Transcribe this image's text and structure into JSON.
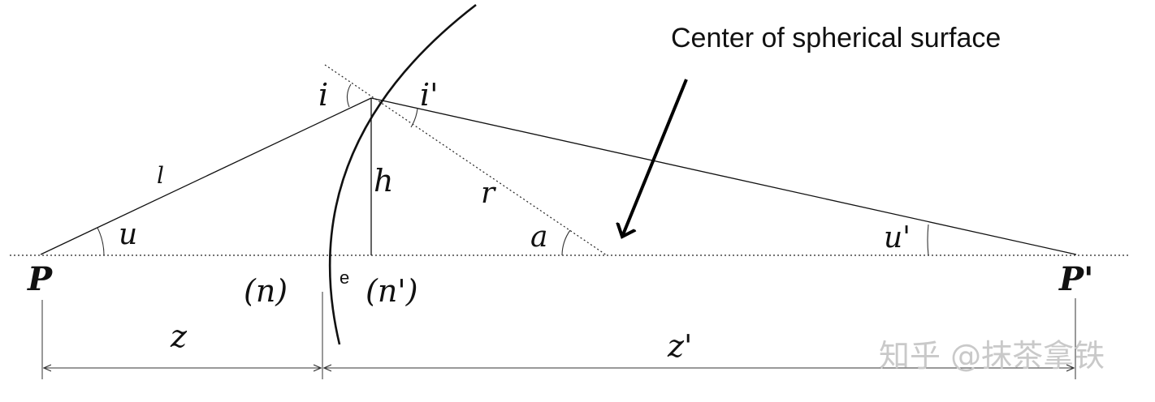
{
  "labels": {
    "P": "P",
    "P_prime": "P'",
    "l": "l",
    "u": "u",
    "u_prime": "u'",
    "i": "i",
    "i_prime": "i'",
    "h": "h",
    "r": "r",
    "a": "a",
    "n": "(n)",
    "n_prime": "(n')",
    "e": "e",
    "z": "z",
    "z_prime": "z'"
  },
  "annotation": {
    "center_label": "Center of spherical surface"
  },
  "watermark": {
    "text": "知乎 @抹茶拿铁"
  }
}
